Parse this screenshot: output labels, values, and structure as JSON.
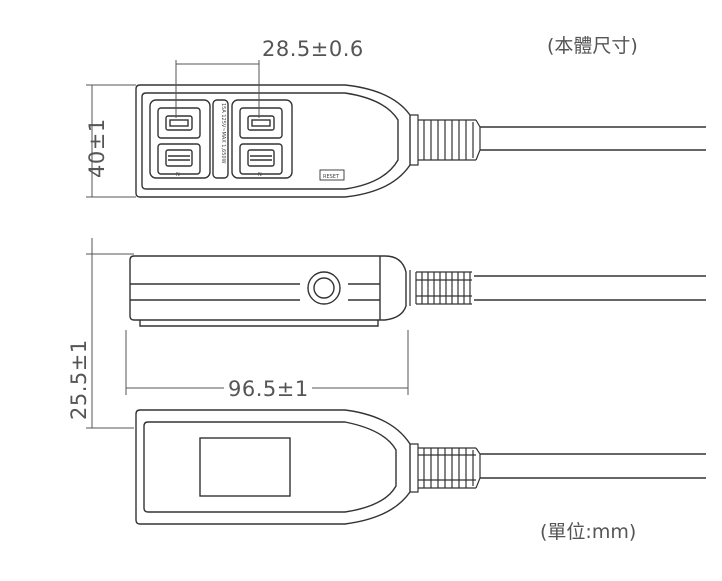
{
  "header": {
    "note_body_size": "(本體尺寸)"
  },
  "dimensions": {
    "socket_spacing": "28.5±0.6",
    "body_width": "40±1",
    "body_height": "25.5±1",
    "body_length": "96.5±1"
  },
  "device_labels": {
    "rating": "15A 125V~MAX 1,650W",
    "reset": "RESET",
    "neutral_mark": "N"
  },
  "footer": {
    "note_unit": "(單位:mm)"
  },
  "colors": {
    "line": "#333333",
    "dim_line": "#555555"
  }
}
